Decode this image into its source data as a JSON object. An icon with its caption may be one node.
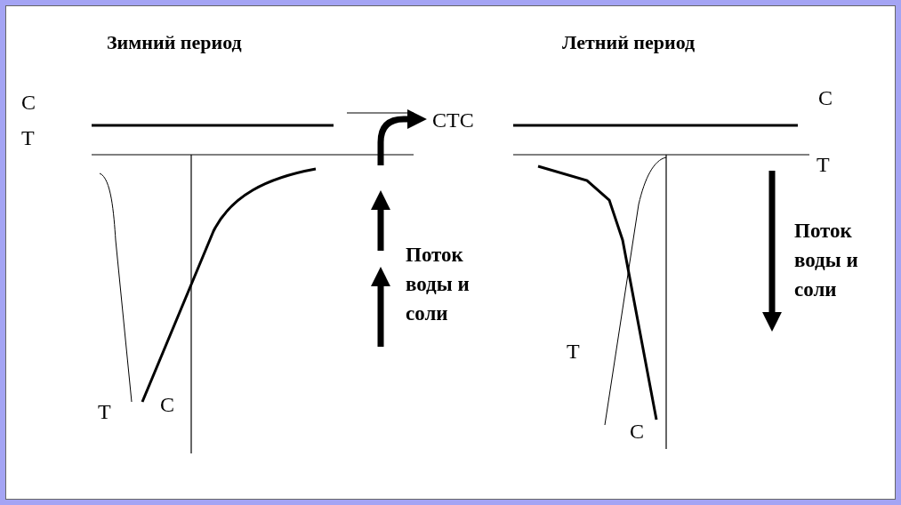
{
  "diagram": {
    "labels": [
      "Зимний период",
      "Летний период",
      "С",
      "С",
      "СТС",
      "Т",
      "Т",
      "Поток воды и соли",
      "Поток воды и соли",
      "Т",
      "Т",
      "С",
      "С"
    ]
  }
}
